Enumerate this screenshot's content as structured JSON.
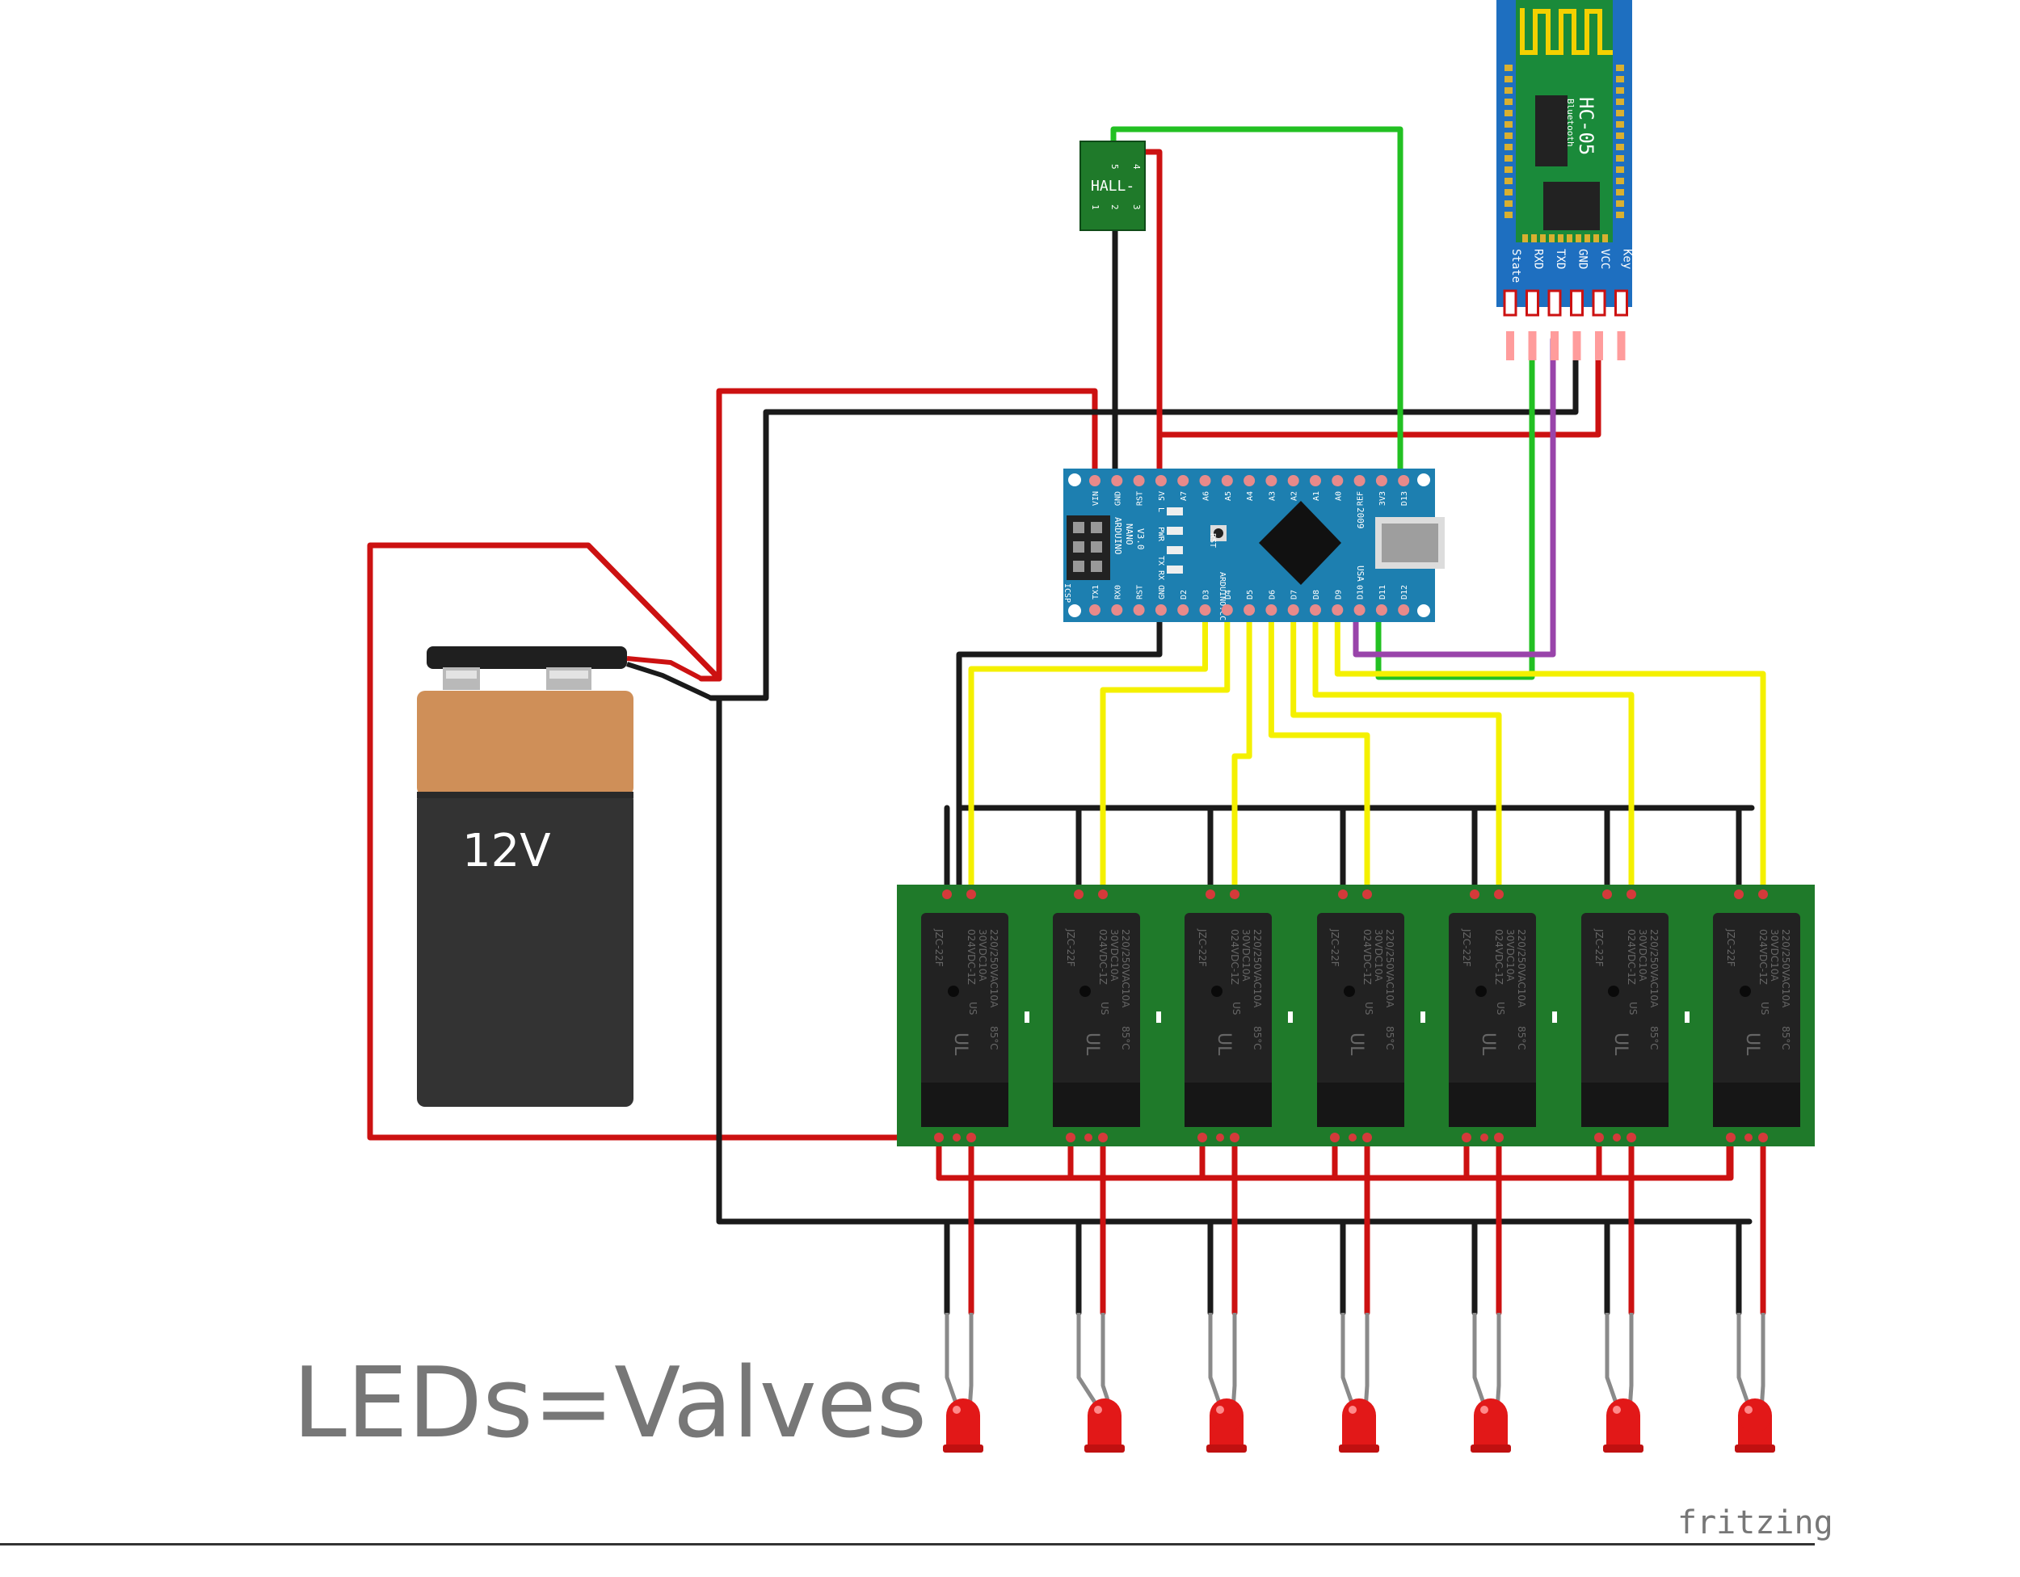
{
  "battery": {
    "label": "12V"
  },
  "caption": "LEDs=Valves",
  "watermark": "fritzing",
  "hall_sensor": {
    "label": "HALL-",
    "pins_top": [
      "5",
      "4"
    ],
    "pins_bottom": [
      "1",
      "2",
      "3"
    ]
  },
  "bluetooth": {
    "model": "HC-05",
    "subtitle": "Bluetooth",
    "pins": [
      "State",
      "RXD",
      "TXD",
      "GND",
      "VCC",
      "Key"
    ]
  },
  "arduino": {
    "brand_lines": [
      "ARDUINO",
      "NANO",
      "V3.0"
    ],
    "site": "ARDUINO.CC",
    "year": "2009",
    "origin": "USA",
    "icsp": "ICSP",
    "rst_button": "RST",
    "led_labels": [
      "L",
      "PWR",
      "TX",
      "RX"
    ],
    "top_pins": [
      "VIN",
      "GND",
      "RST",
      "5V",
      "A7",
      "A6",
      "A5",
      "A4",
      "A3",
      "A2",
      "A1",
      "A0",
      "REF",
      "3V3",
      "D13"
    ],
    "bottom_pins": [
      "TX1",
      "RX0",
      "RST",
      "GND",
      "D2",
      "D3",
      "D4",
      "D5",
      "D6",
      "D7",
      "D8",
      "D9",
      "D10",
      "D11",
      "D12"
    ]
  },
  "relay": {
    "brand": "JZC-22F",
    "line1": "024VDC-1Z",
    "line2": "30VDC10A",
    "line3": "220/250VAC10A",
    "mark": "US",
    "temp": "85°C",
    "ul": "UL"
  },
  "colors": {
    "red_wire": "#cc1111",
    "black_wire": "#1a1a1a",
    "green_wire": "#22c022",
    "yellow_wire": "#f4f000",
    "purple_wire": "#9944aa",
    "board_green": "#1f7a2a",
    "nano_blue": "#1d7fb0",
    "hc05_blue": "#1e6fc0",
    "battery_orange": "#cf8f58",
    "battery_dark": "#333333",
    "caption_gray": "#777777",
    "led_red": "#e21818"
  }
}
